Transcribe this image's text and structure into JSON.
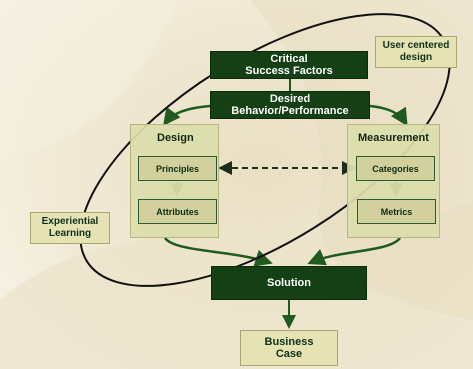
{
  "colors": {
    "dark_box": "#153f15",
    "light_box": "#e5e2b4",
    "panel": "#dcdeac",
    "arrow": "#1f5a1f",
    "ellipse_outline": "#111111"
  },
  "diagram": {
    "critical_success_factors": [
      "Critical",
      "Success Factors"
    ],
    "desired_behavior": [
      "Desired",
      "Behavior/Performance"
    ],
    "design": {
      "title": "Design",
      "principles": "Principles",
      "attributes": "Attributes"
    },
    "measurement": {
      "title": "Measurement",
      "categories": "Categories",
      "metrics": "Metrics"
    },
    "user_centered_design": [
      "User centered",
      "design"
    ],
    "experiential_learning": [
      "Experiential",
      "Learning"
    ],
    "solution": "Solution",
    "business_case": [
      "Business",
      "Case"
    ]
  }
}
